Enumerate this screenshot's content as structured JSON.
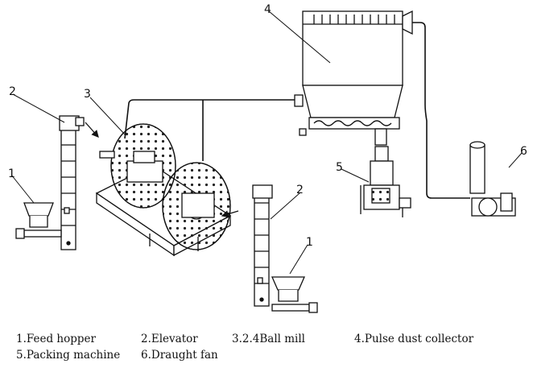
{
  "callouts": {
    "hopper_left": "1",
    "elevator_left": "2",
    "ball_mill_left": "3",
    "dust_collector": "4",
    "packing_machine": "5",
    "draught_fan": "6",
    "elevator_right": "2",
    "hopper_right": "1"
  },
  "legend": {
    "feed_hopper": "1.Feed hopper",
    "elevator": "2.Elevator",
    "ball_mill": "3.2.4Ball mill",
    "pulse_dust_collector": "4.Pulse dust collector",
    "packing_machine": "5.Packing machine",
    "draught_fan": "6.Draught fan"
  }
}
